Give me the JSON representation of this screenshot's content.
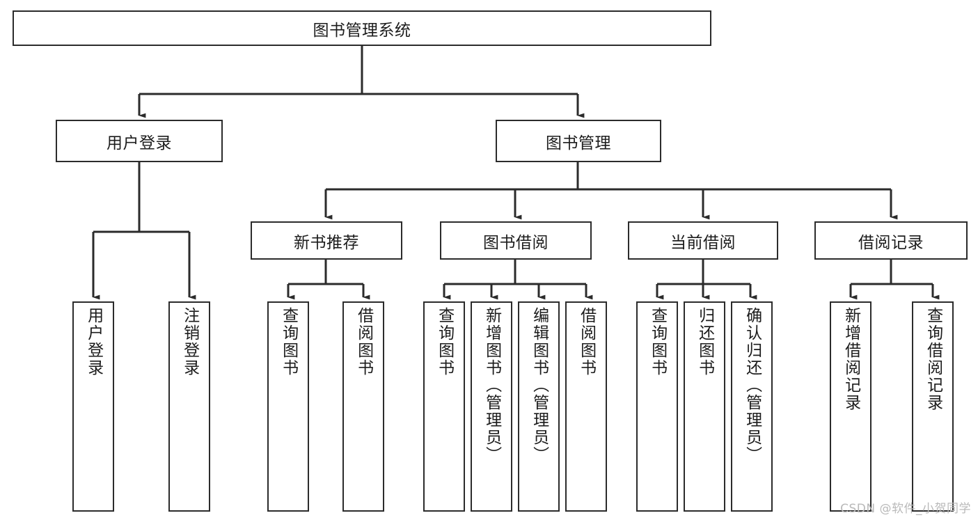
{
  "diagram": {
    "title": "图书管理系统",
    "background_color": "#ffffff",
    "line_color": "#2b2b2b",
    "root": {
      "label": "图书管理系统"
    },
    "level2": [
      {
        "label": "用户登录"
      },
      {
        "label": "图书管理"
      }
    ],
    "level3": [
      {
        "label": "新书推荐"
      },
      {
        "label": "图书借阅"
      },
      {
        "label": "当前借阅"
      },
      {
        "label": "借阅记录"
      }
    ],
    "leaves": [
      {
        "label": "用户登录",
        "parent": "用户登录"
      },
      {
        "label": "注销登录",
        "parent": "用户登录"
      },
      {
        "label": "查询图书",
        "parent": "新书推荐"
      },
      {
        "label": "借阅图书",
        "parent": "新书推荐"
      },
      {
        "label": "查询图书",
        "parent": "图书借阅"
      },
      {
        "label": "新增图书（管理员）",
        "parent": "图书借阅"
      },
      {
        "label": "编辑图书（管理员）",
        "parent": "图书借阅"
      },
      {
        "label": "借阅图书",
        "parent": "图书借阅"
      },
      {
        "label": "查询图书",
        "parent": "当前借阅"
      },
      {
        "label": "归还图书",
        "parent": "当前借阅"
      },
      {
        "label": "确认归还（管理员）",
        "parent": "当前借阅"
      },
      {
        "label": "新增借阅记录",
        "parent": "借阅记录"
      },
      {
        "label": "查询借阅记录",
        "parent": "借阅记录"
      }
    ],
    "watermark": "CSDN @软件_小贺同学"
  }
}
